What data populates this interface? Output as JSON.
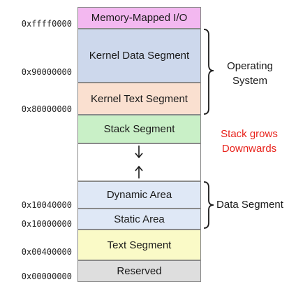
{
  "segments": {
    "mmio": {
      "label": "Memory-Mapped I/O",
      "color": "#f3b8f0"
    },
    "kernel_data": {
      "label": "Kernel Data Segment",
      "color": "#cdd8ec"
    },
    "kernel_text": {
      "label": "Kernel Text Segment",
      "color": "#fae0d0"
    },
    "stack": {
      "label": "Stack Segment",
      "color": "#c9f0c7"
    },
    "free": {
      "label": "",
      "color": "#ffffff"
    },
    "dynamic": {
      "label": "Dynamic Area",
      "color": "#dfe8f6"
    },
    "static": {
      "label": "Static Area",
      "color": "#dfe8f6"
    },
    "text": {
      "label": "Text Segment",
      "color": "#fafac7"
    },
    "reserved": {
      "label": "Reserved",
      "color": "#dedede"
    }
  },
  "addresses": {
    "a_ffff0000": "0xffff0000",
    "a_90000000": "0x90000000",
    "a_80000000": "0x80000000",
    "a_10040000": "0x10040000",
    "a_10000000": "0x10000000",
    "a_00400000": "0x00400000",
    "a_00000000": "0x00000000"
  },
  "annotations": {
    "operating_system_line1": "Operating",
    "operating_system_line2": "System",
    "stack_grows_line1": "Stack grows",
    "stack_grows_line2": "Downwards",
    "stack_grows_color": "#e8231c",
    "data_segment": "Data Segment"
  }
}
